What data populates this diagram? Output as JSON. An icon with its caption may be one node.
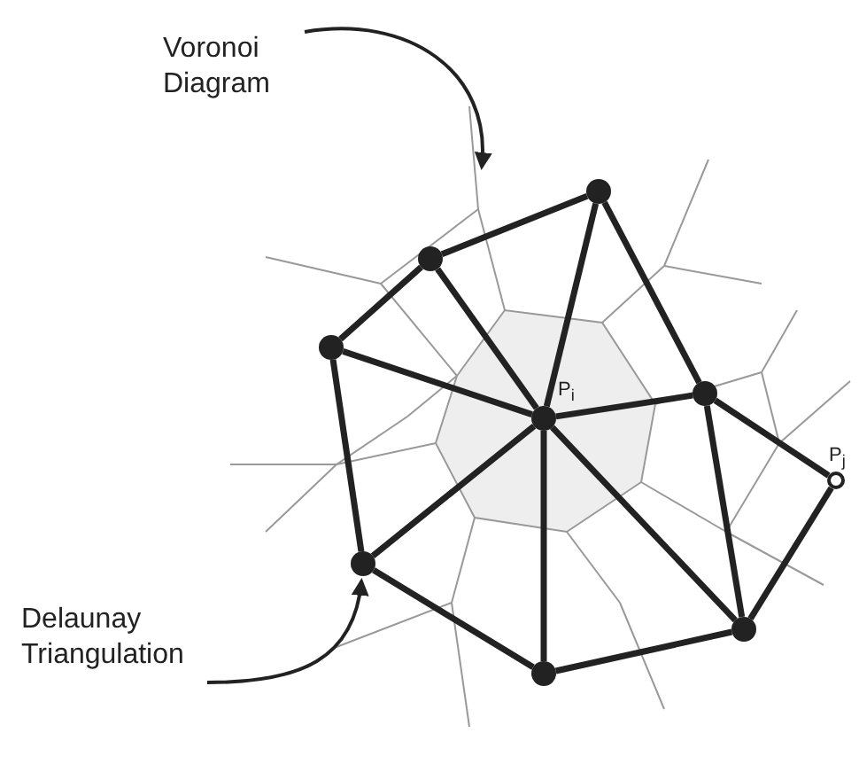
{
  "diagram": {
    "nodes": [
      {
        "text": [
          "Voronoi Diagram"
        ]
      },
      {
        "text": [
          "Delaunay Triangulation"
        ]
      },
      {
        "text": [],
        "shape": "circle"
      },
      {
        "text": [],
        "shape": "circle"
      },
      {
        "text": [],
        "shape": "circle"
      },
      {
        "text": [],
        "shape": "circle",
        "beside": [
          "P$_{i}$"
        ]
      },
      {
        "text": [],
        "shape": "circle"
      },
      {
        "text": [],
        "shape": "circle",
        "beside": [
          "P$_{j}$"
        ]
      },
      {
        "text": [],
        "shape": "circle"
      },
      {
        "text": [],
        "shape": "circle"
      },
      {
        "text": [],
        "shape": "circle"
      }
    ],
    "edges": [
      {
        "from": 0,
        "to": null,
        "arrow": "to"
      },
      {
        "from": 1,
        "to": 8,
        "arrow": "to"
      },
      {
        "from": 4,
        "to": 2,
        "arrow": "none"
      },
      {
        "from": 2,
        "to": 3,
        "arrow": "none"
      },
      {
        "from": 3,
        "to": 6,
        "arrow": "none"
      },
      {
        "from": 6,
        "to": 7,
        "arrow": "none"
      },
      {
        "from": 7,
        "to": 9,
        "arrow": "none"
      },
      {
        "from": 9,
        "to": 10,
        "arrow": "none"
      },
      {
        "from": 10,
        "to": 8,
        "arrow": "none"
      },
      {
        "from": 8,
        "to": 4,
        "arrow": "none"
      },
      {
        "from": 5,
        "to": 4,
        "arrow": "none"
      },
      {
        "from": 5,
        "to": 2,
        "arrow": "none"
      },
      {
        "from": 5,
        "to": 3,
        "arrow": "none"
      },
      {
        "from": 5,
        "to": 6,
        "arrow": "none"
      },
      {
        "from": 5,
        "to": 9,
        "arrow": "none"
      },
      {
        "from": 5,
        "to": 10,
        "arrow": "none"
      },
      {
        "from": 5,
        "to": 8,
        "arrow": "none"
      },
      {
        "from": 6,
        "to": 9,
        "arrow": "none"
      }
    ]
  }
}
